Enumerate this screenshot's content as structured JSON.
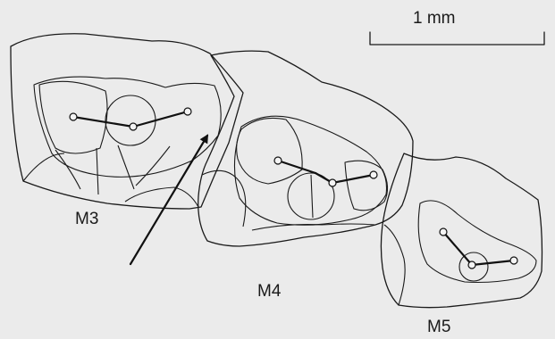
{
  "scale_bar": {
    "label": "1 mm"
  },
  "teeth": [
    {
      "id": "M3",
      "label": "M3"
    },
    {
      "id": "M4",
      "label": "M4"
    },
    {
      "id": "M5",
      "label": "M5"
    }
  ],
  "colors": {
    "background": "#ebebeb",
    "ink": "#1a1a1a"
  }
}
